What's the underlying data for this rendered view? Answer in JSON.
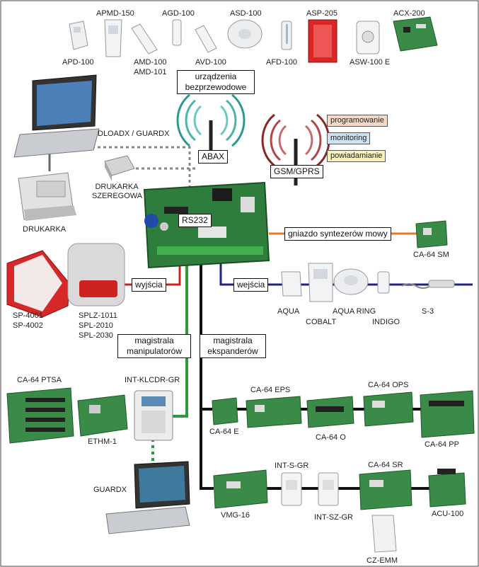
{
  "devices": {
    "apmd150": "APMD-150",
    "agd100": "AGD-100",
    "asd100": "ASD-100",
    "asp205": "ASP-205",
    "acx200": "ACX-200",
    "apd100": "APD-100",
    "amd100": "AMD-100",
    "amd101": "AMD-101",
    "avd100": "AVD-100",
    "afd100": "AFD-100",
    "asw100e": "ASW-100 E",
    "dloadx": "DLOADX / GUARDX",
    "drukarka_szer_1": "DRUKARKA",
    "drukarka_szer_2": "SZEREGOWA",
    "drukarka": "DRUKARKA",
    "ca64sm": "CA-64 SM",
    "sp4001": "SP-4001",
    "sp4002": "SP-4002",
    "splz1011": "SPLZ-1011",
    "spl2010": "SPL-2010",
    "spl2030": "SPL-2030",
    "aqua": "AQUA",
    "cobalt": "COBALT",
    "aquaring": "AQUA RING",
    "indigo": "INDIGO",
    "s3": "S-3",
    "ca64ptsa": "CA-64 PTSA",
    "intklcdr": "INT-KLCDR-GR",
    "ethm1": "ETHM-1",
    "guardx": "GUARDX",
    "ca64e": "CA-64 E",
    "ca64eps": "CA-64 EPS",
    "ca64o": "CA-64 O",
    "ca64ops": "CA-64 OPS",
    "ca64pp": "CA-64 PP",
    "vmg16": "VMG-16",
    "intsgr": "INT-S-GR",
    "intszgr": "INT-SZ-GR",
    "ca64sr": "CA-64 SR",
    "acu100": "ACU-100",
    "czemm": "CZ-EMM"
  },
  "boxes": {
    "wireless_1": "urządzenia",
    "wireless_2": "bezprzewodowe",
    "abax": "ABAX",
    "gsm": "GSM/GPRS",
    "rs232": "RS232",
    "gniazdo": "gniazdo syntezerów mowy",
    "wyjscia": "wyjścia",
    "wejscia": "wejścia",
    "manip_1": "magistrala",
    "manip_2": "manipulatorów",
    "exp_1": "magistrala",
    "exp_2": "ekspanderów"
  },
  "tags": {
    "programowanie": "programowanie",
    "monitoring": "monitoring",
    "powiadamianie": "powiadamianie"
  },
  "colors": {
    "expander_bus": "#111111",
    "keypad_bus": "#2f9a3a",
    "outputs": "#cc2222",
    "inputs": "#22227a",
    "speech": "#e87722",
    "serial": "#888888",
    "pcb": "#2e7d3c",
    "tag_programowanie": "#f6d9c6",
    "tag_monitoring": "#cfe0ee",
    "tag_powiadamianie": "#f7f2b8"
  }
}
